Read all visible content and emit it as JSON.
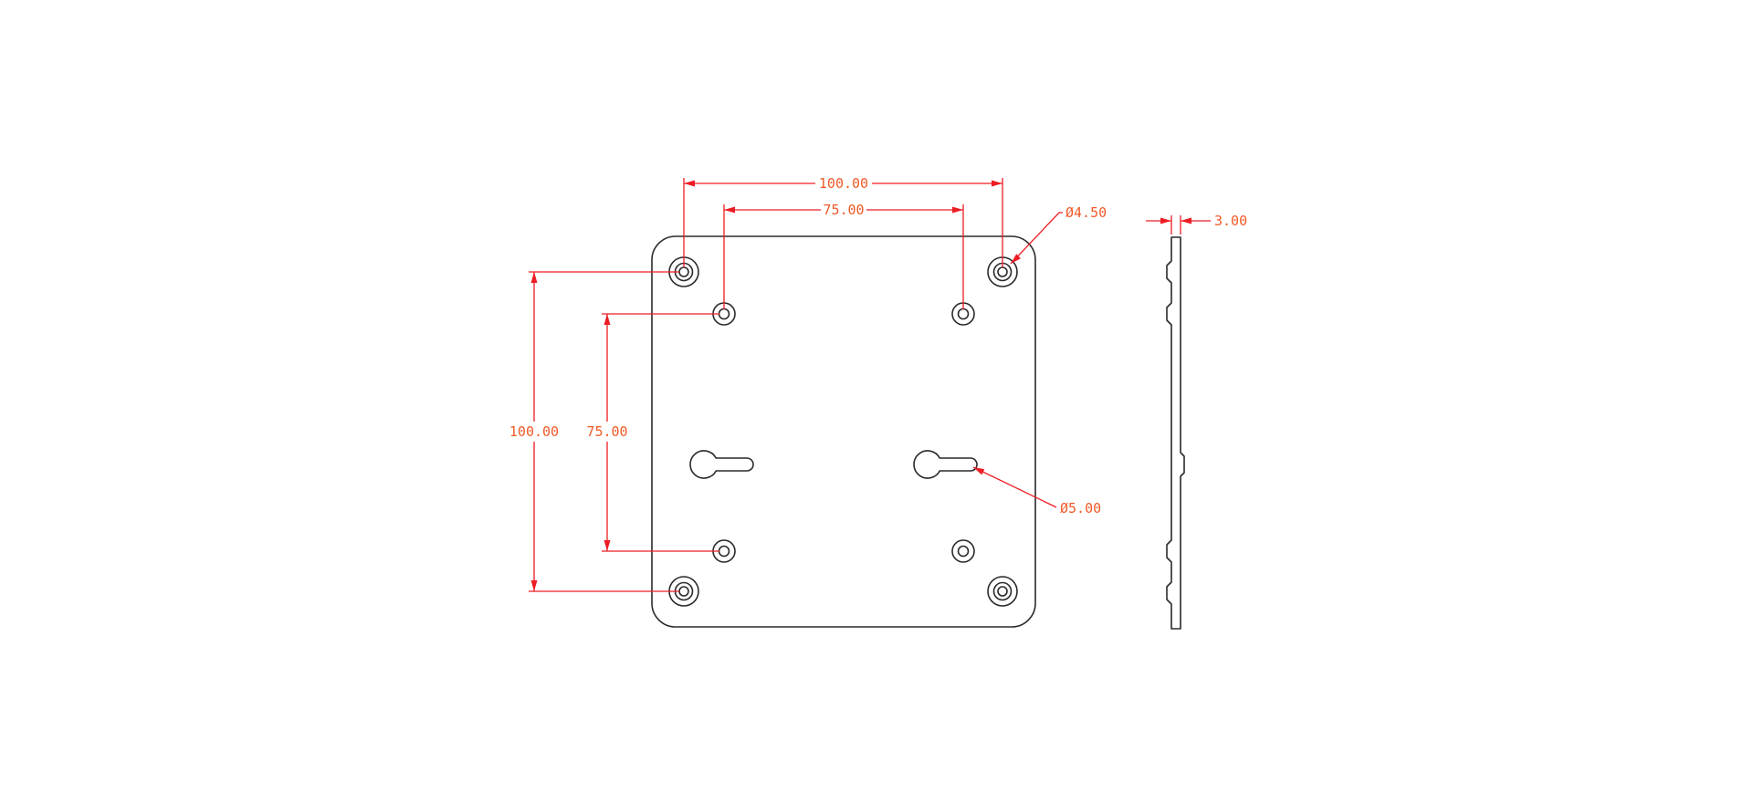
{
  "colors": {
    "background": "#ffffff",
    "geometry_line": "#2a2a2a",
    "dimension_line": "#ed1c24",
    "dimension_text": "#ef5a28"
  },
  "front_view": {
    "dim_outer_horizontal": "100.00",
    "dim_inner_horizontal": "75.00",
    "dim_outer_vertical": "100.00",
    "dim_inner_vertical": "75.00",
    "callout_corner_hole_diameter": "Ø4.50",
    "callout_keyhole_diameter": "Ø5.00"
  },
  "side_view": {
    "dim_thickness": "3.00"
  }
}
